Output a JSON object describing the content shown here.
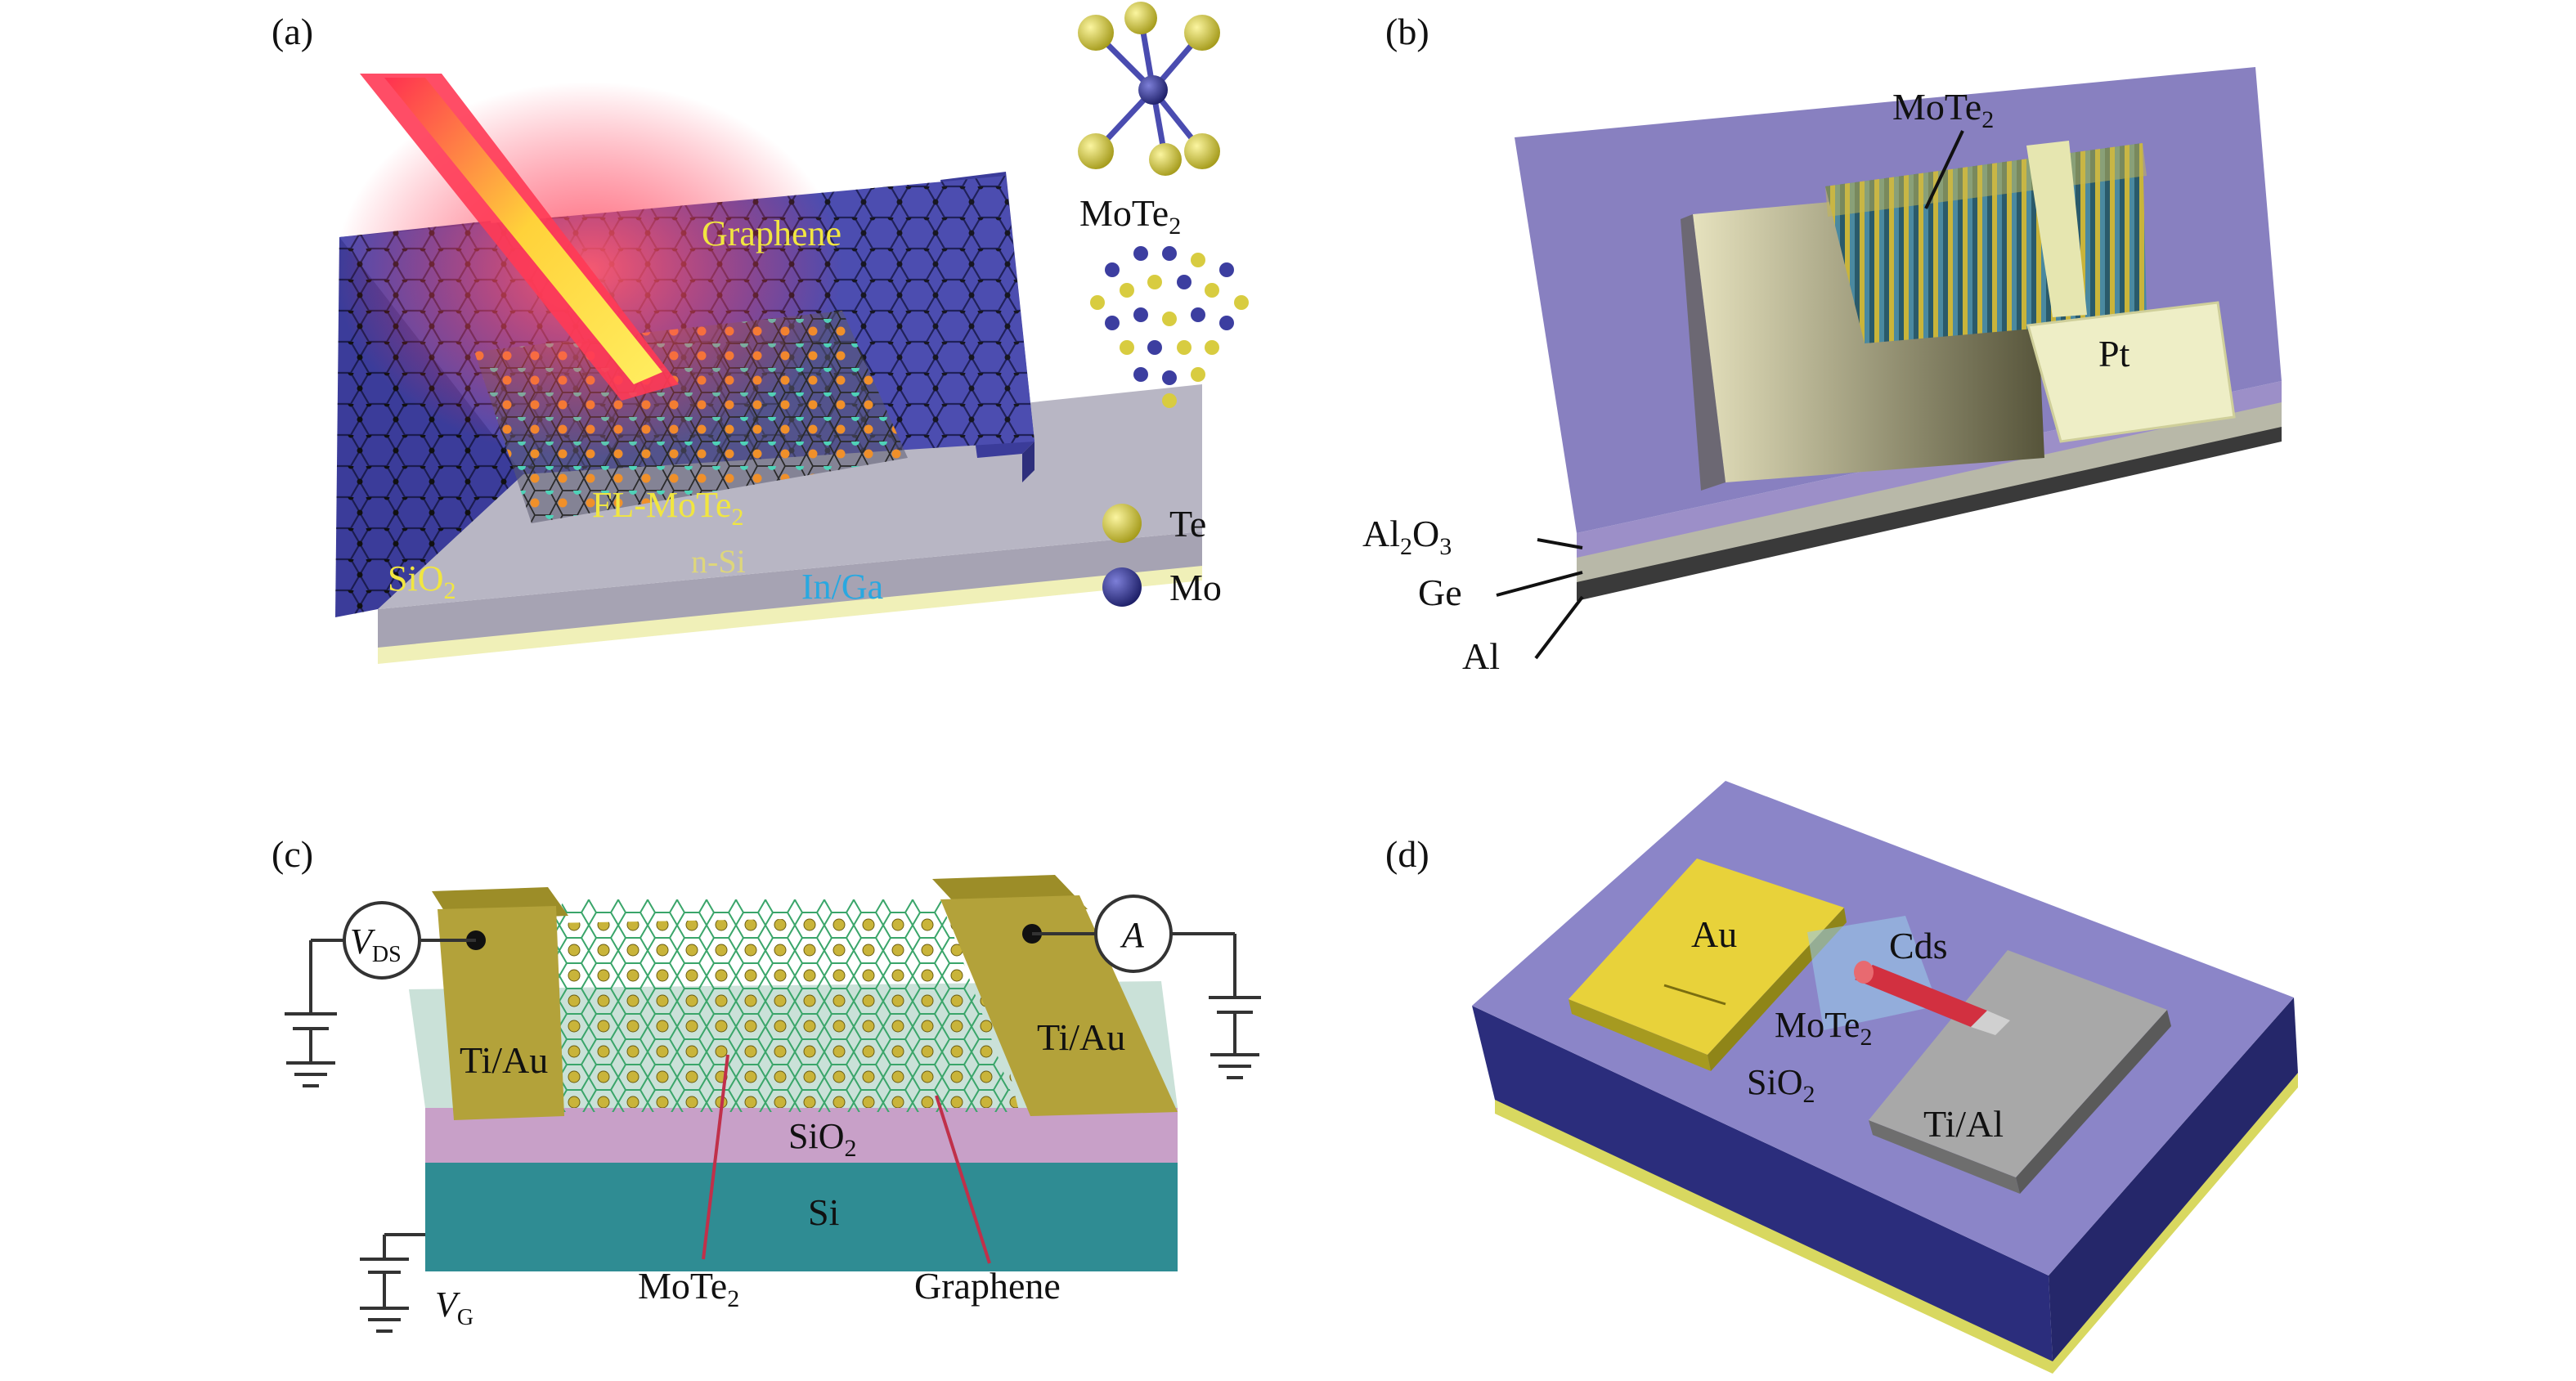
{
  "panels": {
    "a": {
      "tag": "(a)",
      "graphene": "Graphene",
      "fl_mote2": "FL-MoTe",
      "fl_mote2_sub": "2",
      "sio2": "SiO",
      "sio2_sub": "2",
      "nsi": "n-Si",
      "inga": "In/Ga",
      "mote2": "MoTe",
      "mote2_sub": "2",
      "te": "Te",
      "mo": "Mo"
    },
    "b": {
      "tag": "(b)",
      "mote2": "MoTe",
      "mote2_sub": "2",
      "pt": "Pt",
      "al2o3_a": "Al",
      "al2o3_sub1": "2",
      "al2o3_b": "O",
      "al2o3_sub2": "3",
      "ge": "Ge",
      "al": "Al"
    },
    "c": {
      "tag": "(c)",
      "vds": "V",
      "vds_sub": "DS",
      "ammeter": "A",
      "tiau_left": "Ti/Au",
      "tiau_right": "Ti/Au",
      "sio2": "SiO",
      "sio2_sub": "2",
      "si": "Si",
      "vg": "V",
      "vg_sub": "G",
      "mote2": "MoTe",
      "mote2_sub": "2",
      "graphene": "Graphene"
    },
    "d": {
      "tag": "(d)",
      "au": "Au",
      "cds": "Cds",
      "mote2": "MoTe",
      "mote2_sub": "2",
      "sio2": "SiO",
      "sio2_sub": "2",
      "tial": "Ti/Al"
    }
  },
  "colors": {
    "substrate_purple": "#7f78c4",
    "dark_navy": "#2b2d7c",
    "gold": "#e8d23a",
    "contact_olive": "#b3a23a",
    "si_teal": "#2f8c93",
    "sio2_pink": "#c8a0c8",
    "laser_red": "#ff2b4a",
    "pt_cream": "#f0f0c8",
    "inga_cyan": "#29a8e0"
  }
}
